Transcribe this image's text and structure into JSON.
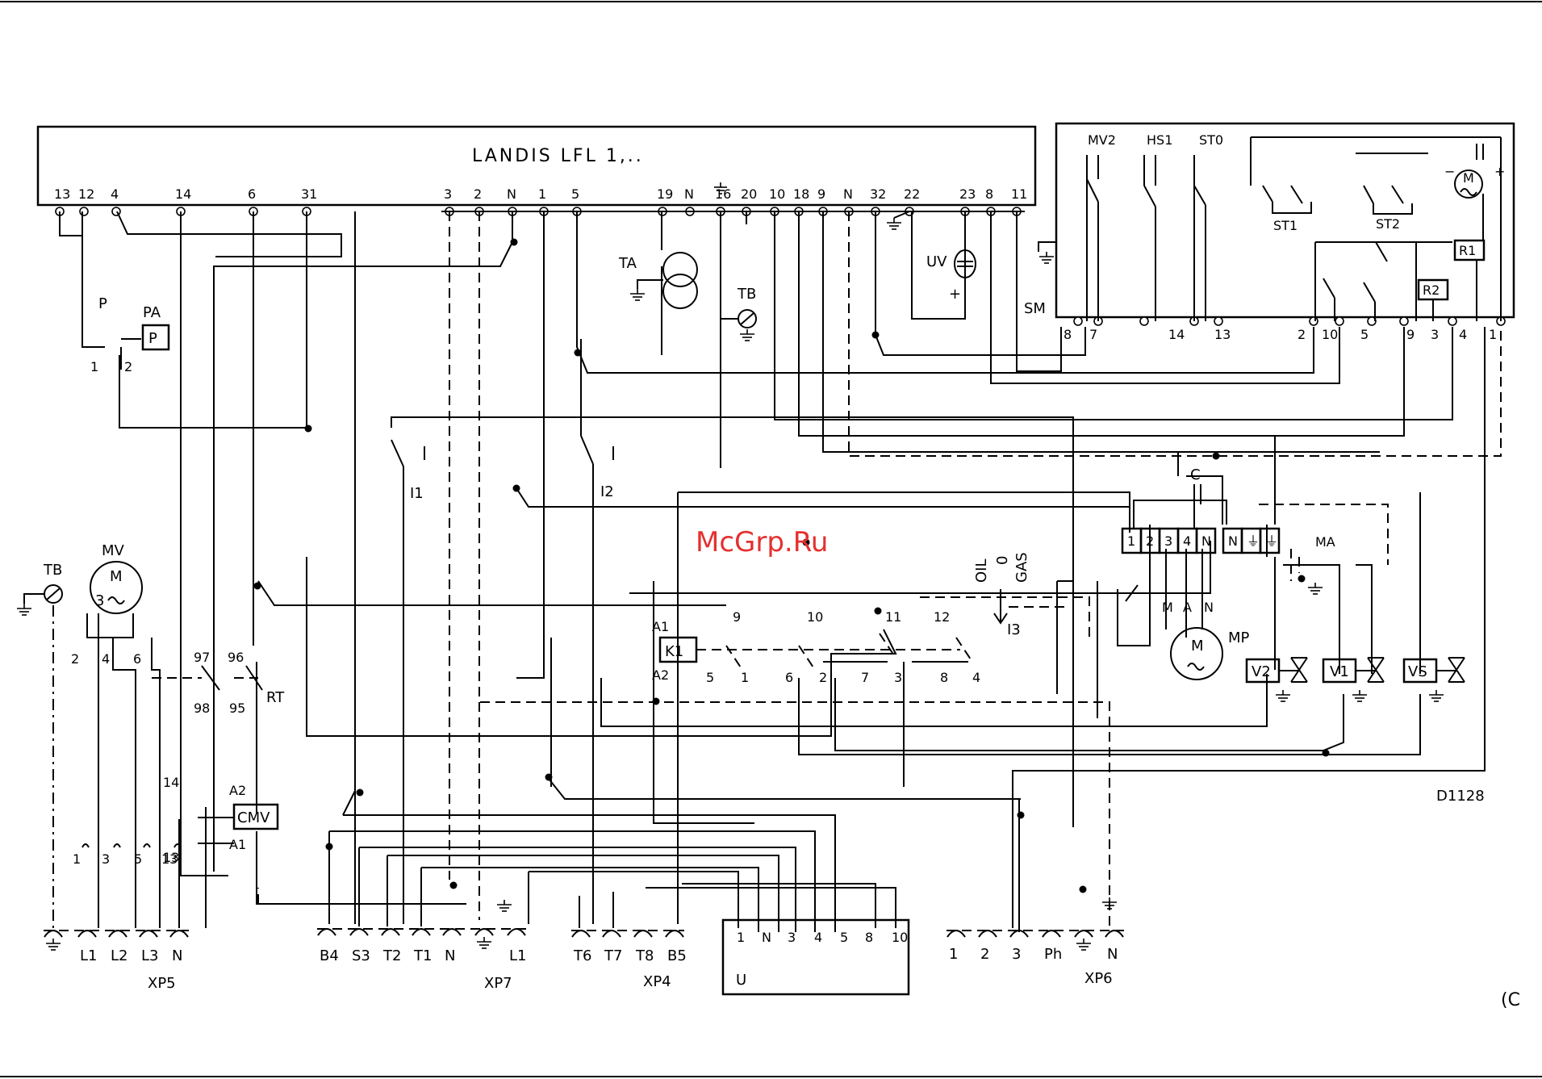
{
  "controller": {
    "title": "LANDIS LFL 1,..",
    "terminals": [
      "13",
      "12",
      "4",
      "14",
      "6",
      "31",
      "3",
      "2",
      "N",
      "1",
      "5",
      "19",
      "N",
      "16",
      "20",
      "10",
      "18",
      "9",
      "N",
      "32",
      "22",
      "23",
      "8",
      "11"
    ]
  },
  "sm_module": {
    "label": "SM",
    "components": [
      "MV2",
      "HS1",
      "ST0",
      "ST1",
      "ST2",
      "R1",
      "R2"
    ],
    "terminals": [
      "8",
      "7",
      "14",
      "13",
      "2",
      "10",
      "5",
      "9",
      "3",
      "4",
      "1"
    ]
  },
  "components": {
    "TA": "TA",
    "TB_top": "TB",
    "UV": "UV",
    "PA": "PA",
    "P_box": "P",
    "P_switch": "P",
    "pa_pin1": "1",
    "pa_pin2": "2",
    "I1": "I1",
    "I2": "I2",
    "I3": "I3",
    "TB_motor": "TB",
    "MV": "MV",
    "motor_M": "M",
    "motor_3": "3",
    "RT": "RT",
    "CMV": "CMV",
    "K1": "K1",
    "C": "C",
    "MP": "MP",
    "MP_M": "M",
    "MA": "MA",
    "mp_wire_M": "M",
    "mp_wire_A": "A",
    "mp_wire_N": "N",
    "V2": "V2",
    "V1": "V1",
    "VS": "VS",
    "U": "U",
    "selector_oil": "OIL",
    "selector_zero": "0",
    "selector_gas": "GAS",
    "drawing_no": "D1128",
    "corner_mark": "(C"
  },
  "rt_pins": [
    "97",
    "96",
    "98",
    "95"
  ],
  "cmv_pins": [
    "A2",
    "A1",
    "14",
    "13"
  ],
  "k1_pins": [
    "A1",
    "A2"
  ],
  "k1_contacts_top": [
    "9",
    "10",
    "11",
    "12"
  ],
  "k1_contacts_bottom": [
    "5",
    "1",
    "6",
    "2",
    "7",
    "3",
    "8",
    "4"
  ],
  "motor_wires": [
    "2",
    "4",
    "6"
  ],
  "mv_terminals": [
    "1",
    "3",
    "5",
    "13"
  ],
  "ma_terminals": [
    "1",
    "2",
    "3",
    "4",
    "N",
    "N",
    "⏚",
    "⏚"
  ],
  "u_terminals": [
    "1",
    "N",
    "3",
    "4",
    "5",
    "8",
    "10"
  ],
  "xp5": {
    "label": "XP5",
    "pins": [
      "⏚",
      "L1",
      "L2",
      "L3",
      "N"
    ]
  },
  "xp7": {
    "label": "XP7",
    "pins": [
      "B4",
      "S3",
      "T2",
      "T1",
      "N",
      "⏚",
      "L1"
    ]
  },
  "xp4": {
    "label": "XP4",
    "pins": [
      "T6",
      "T7",
      "T8",
      "B5"
    ]
  },
  "xp6": {
    "label": "XP6",
    "pins": [
      "1",
      "2",
      "3",
      "Ph",
      "⏚",
      "N"
    ]
  },
  "watermark": "McGrp.Ru"
}
